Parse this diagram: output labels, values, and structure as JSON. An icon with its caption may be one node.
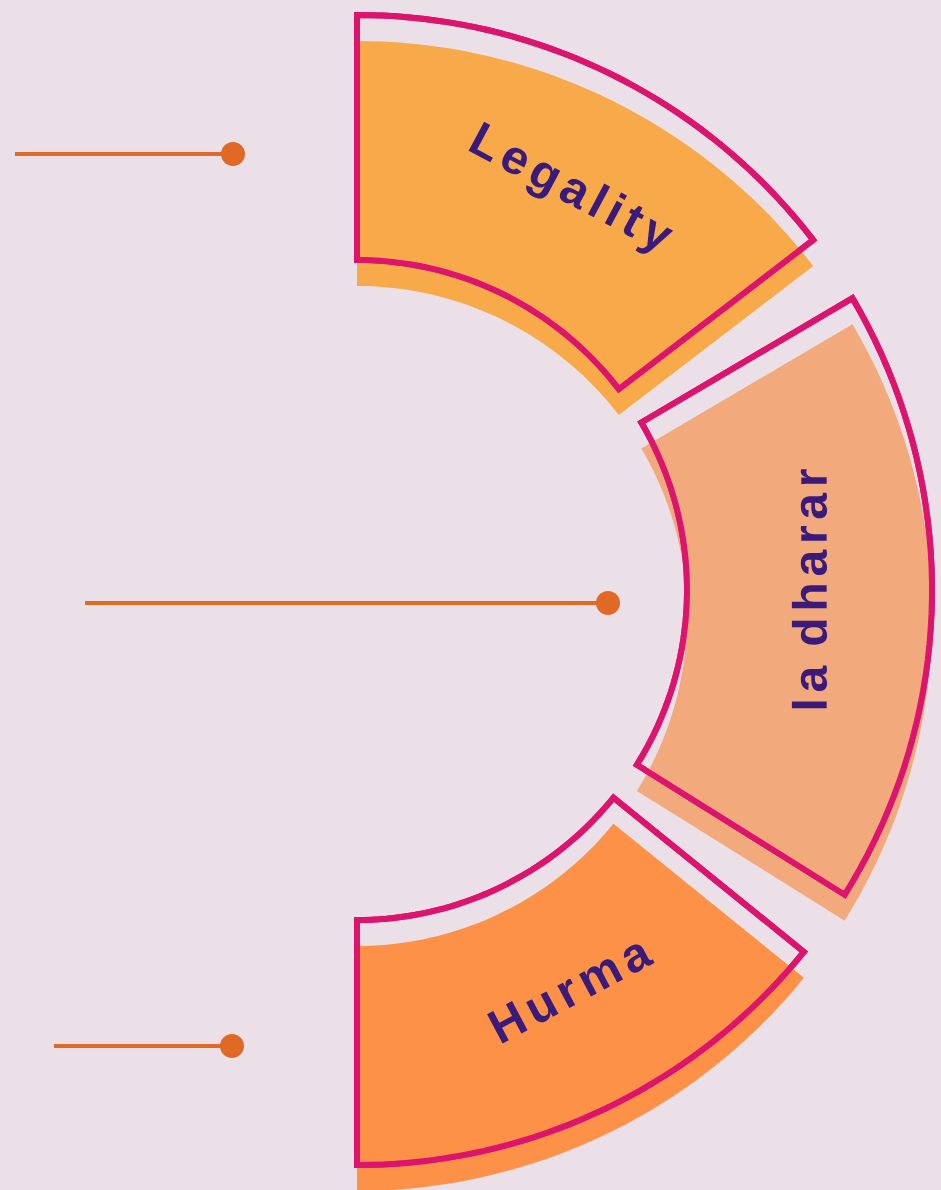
{
  "diagram": {
    "nodes": [
      {
        "text": [
          "Legality"
        ]
      },
      {
        "text": [
          "la dharar"
        ]
      },
      {
        "text": [
          "Hurma"
        ]
      }
    ]
  }
}
